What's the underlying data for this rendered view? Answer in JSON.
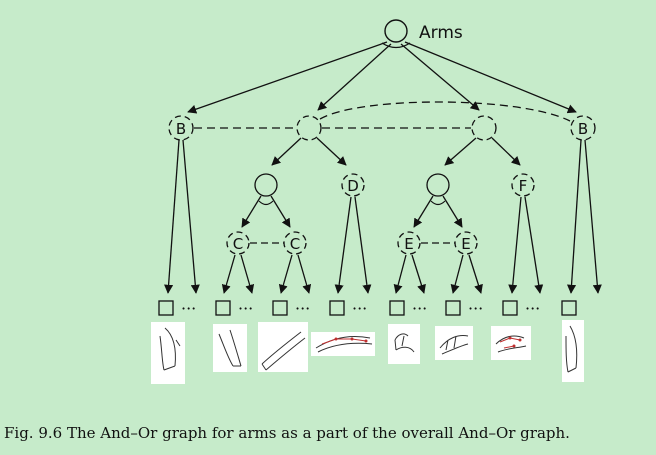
{
  "root": {
    "label": "Arms"
  },
  "level1": [
    {
      "label": "B"
    },
    {
      "label": ""
    },
    {
      "label": ""
    },
    {
      "label": "B"
    }
  ],
  "level2": [
    {
      "label": ""
    },
    {
      "label": "D"
    },
    {
      "label": ""
    },
    {
      "label": "F"
    }
  ],
  "level3": [
    {
      "label": "C"
    },
    {
      "label": "C"
    },
    {
      "label": "E"
    },
    {
      "label": "E"
    }
  ],
  "ellipsis": "···",
  "caption": "Fig. 9.6 The And–Or graph for arms as a part of the overall And–Or graph."
}
